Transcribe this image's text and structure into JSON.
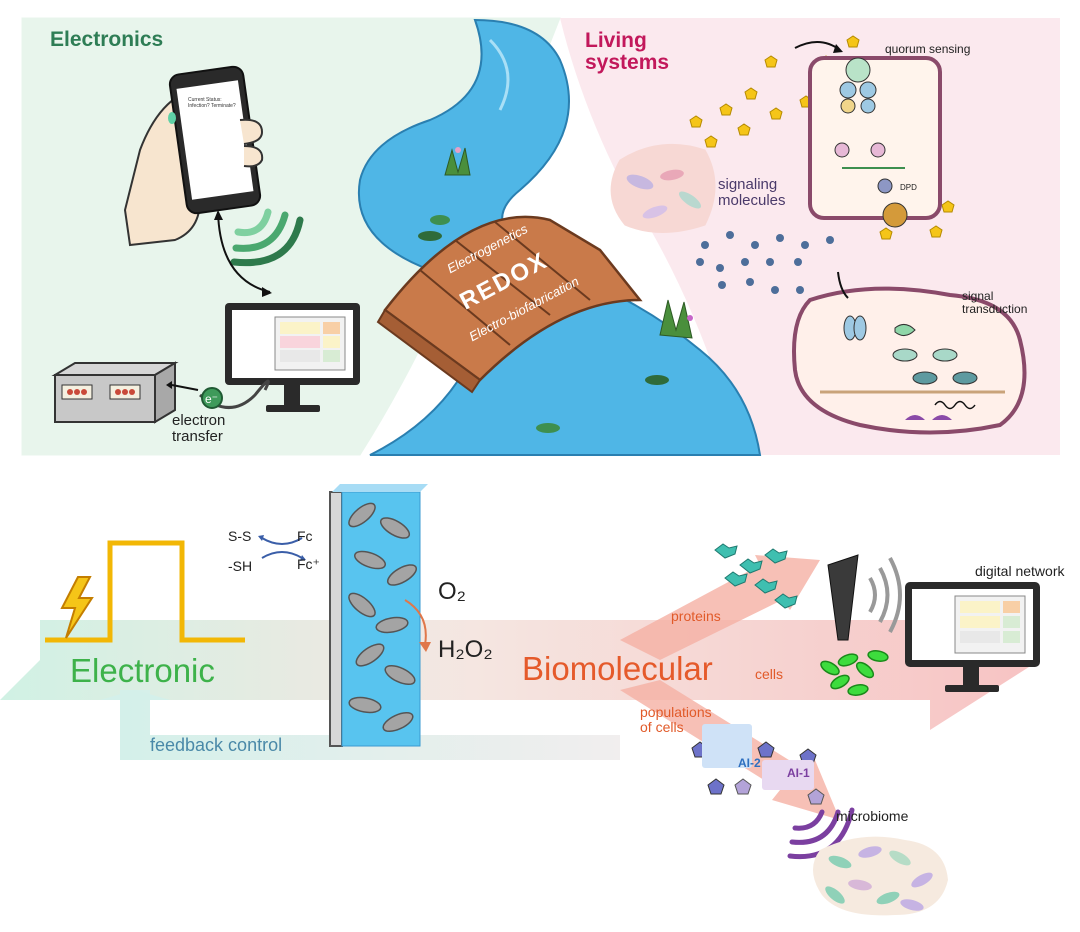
{
  "top_panel": {
    "electronics_heading": "Electronics",
    "living_systems_heading": "Living systems",
    "phone_screen_text": "Current Status: Infection? Terminate?",
    "electron_symbol": "e⁻",
    "electron_transfer_label": "electron transfer",
    "bridge": {
      "line1": "Electrogenetics",
      "line2": "REDOX",
      "line3": "Electro-biofabrication"
    },
    "quorum_sensing_label": "quorum sensing",
    "signaling_molecules_label": "signaling molecules",
    "dpd_label": "DPD",
    "signal_transduction_label": "signal transduction"
  },
  "bottom_panel": {
    "ss_label": "S-S",
    "sh_label": "-SH",
    "fc_label": "Fc",
    "fc_plus_label": "Fc⁺",
    "o2_label": "O₂",
    "h2o2_label": "H₂O₂",
    "electronic_label": "Electronic",
    "biomolecular_label": "Biomolecular",
    "feedback_label": "feedback control",
    "proteins_label": "proteins",
    "cells_label": "cells",
    "populations_label": "populations of cells",
    "ai2_label": "AI-2",
    "ai1_label": "AI-1",
    "digital_network_label": "digital network",
    "microbiome_label": "microbiome"
  },
  "colors": {
    "electronics_bg": "#e8f5ec",
    "living_bg": "#fbe9ee",
    "river": "#4fb6e6",
    "electronic_green": "#3db24a",
    "biomolecular_orange": "#e55a2b",
    "feedback_blue": "#4a89a8",
    "signal_yellow": "#f5c518"
  }
}
